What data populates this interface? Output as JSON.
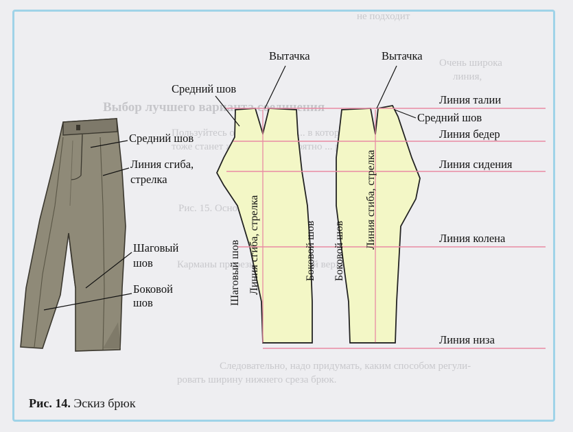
{
  "colors": {
    "frame": "#9fd3e8",
    "pattern_fill": "#f3f7c6",
    "pink_line": "#e98aa3",
    "trousers": "#8f8a78",
    "trousers_dark": "#6f6a5a"
  },
  "sketch_labels": {
    "middle_seam": "Средний шов",
    "fold_line_1": "Линия сгиба,",
    "fold_line_2": "стрелка",
    "inseam_1": "Шаговый",
    "inseam_2": "шов",
    "side_seam_1": "Боковой",
    "side_seam_2": "шов"
  },
  "front_pattern": {
    "dart": "Вытачка",
    "middle_seam": "Средний шов",
    "inseam_vertical": "Шаговый шов",
    "fold_vertical": "Линия сгиба, стрелка",
    "side_vertical": "Боковой шов"
  },
  "back_pattern": {
    "dart": "Вытачка",
    "side_vertical": "Боковой шов",
    "fold_vertical": "Линия сгиба, стрелка"
  },
  "lines": {
    "waist": "Линия талии",
    "middle_seam": "Средний шов",
    "hip": "Линия бедер",
    "seat": "Линия сидения",
    "knee": "Линия колена",
    "hem": "Линия низа"
  },
  "caption": {
    "label": "Рис. 14.",
    "text": "Эскиз брюк"
  },
  "background_text": {
    "top_1": "не подходит",
    "right_1": "Очень широка",
    "right_2": "линия,",
    "heading": "Выбор лучшего варианта соединения",
    "ghost_1": "Пользуйтесь очень же... Мы ... в которой",
    "ghost_2": "тоже станет жестким это вероятно ... разреза",
    "ghost_3": "Рис. 15. Основные ... брюк",
    "ghost_4": "Карманы прорезные ... тканевой верхней",
    "ghost_5": "Следовательно, надо придумать, каким способом регули-",
    "ghost_6": "ровать ширину нижнего среза брюк."
  }
}
